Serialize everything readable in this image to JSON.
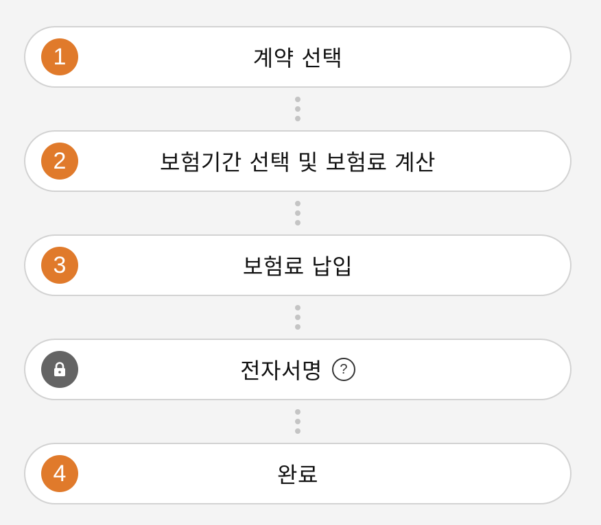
{
  "steps": [
    {
      "number": "1",
      "label": "계약 선택",
      "status": "active"
    },
    {
      "number": "2",
      "label": "보험기간 선택 및 보험료 계산",
      "status": "active"
    },
    {
      "number": "3",
      "label": "보험료 납입",
      "status": "active"
    },
    {
      "number": "",
      "label": "전자서명",
      "status": "locked",
      "icon": "lock-icon",
      "help_icon": "question-circle-icon",
      "help_text": "?"
    },
    {
      "number": "4",
      "label": "완료",
      "status": "active"
    }
  ],
  "colors": {
    "background": "#f4f4f4",
    "badge_active": "#e07a2b",
    "badge_locked": "#646464",
    "card_border": "#d2d2d2",
    "connector_dot": "#c4c4c4"
  }
}
